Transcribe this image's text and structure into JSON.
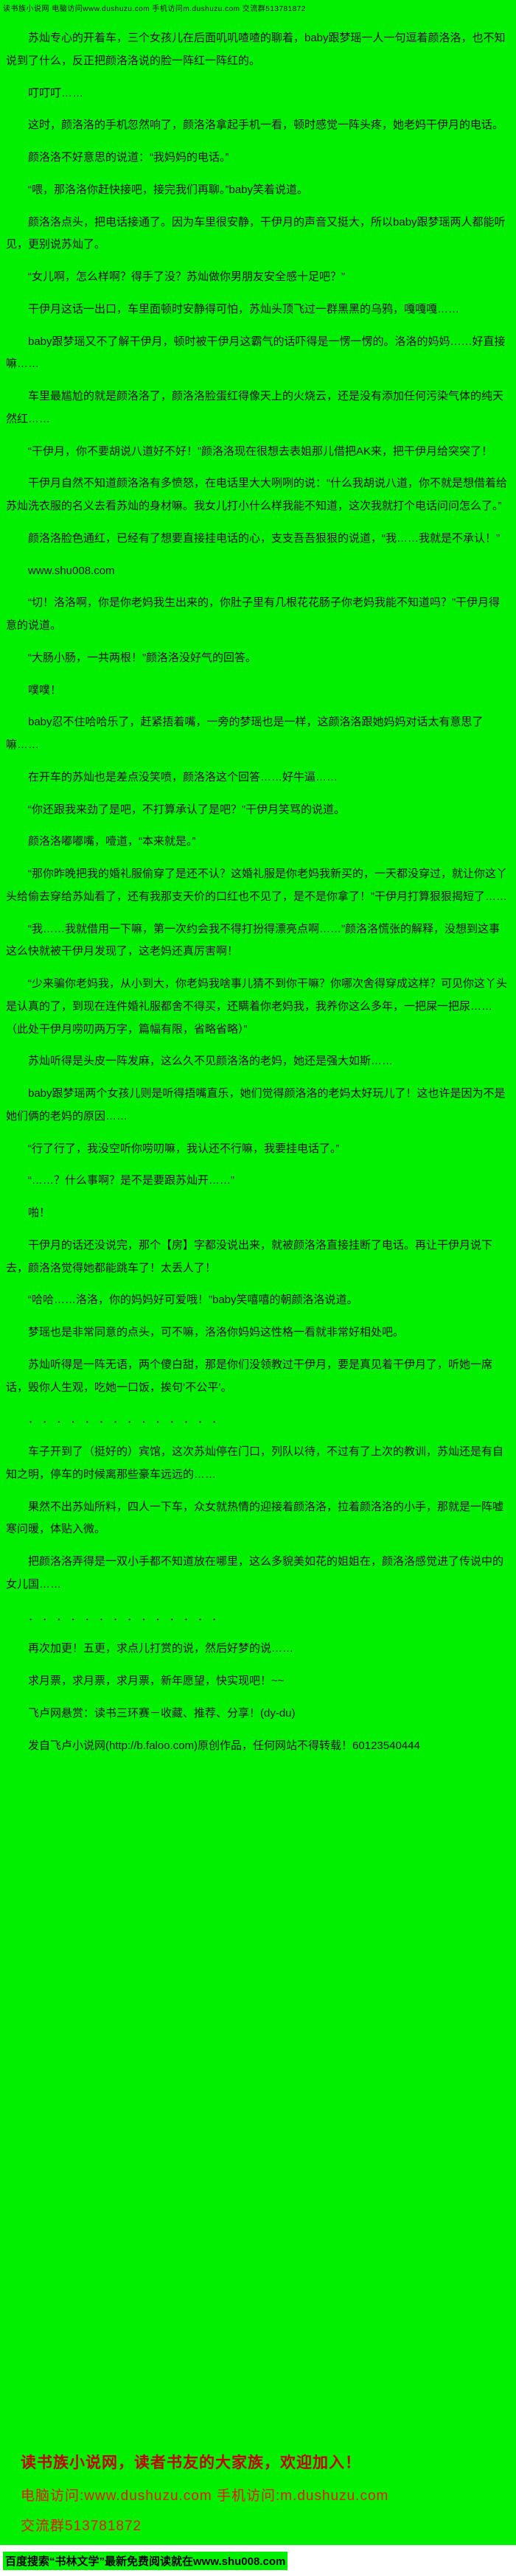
{
  "colors": {
    "background": "#00f000",
    "text": "#121212",
    "footer_title_red": "#c30000",
    "footer_red": "#ef1400",
    "bottom_bar_bg": "#ffffff",
    "bottom_highlight": "#00f000"
  },
  "header": {
    "tiny_line": "读书族小说网 电脑访问www.dushuzu.com 手机访问m.dushuzu.com 交流群513781872"
  },
  "content": {
    "paragraphs": [
      "苏灿专心的开着车，三个女孩儿在后面叽叽喳喳的聊着，baby跟梦瑶一人一句逗着颜洛洛，也不知说到了什么，反正把颜洛洛说的脸一阵红一阵红的。",
      "叮叮叮……",
      "这时，颜洛洛的手机忽然响了，颜洛洛拿起手机一看，顿时感觉一阵头疼，她老妈干伊月的电话。",
      "颜洛洛不好意思的说道：“我妈妈的电话。”",
      "“喂，那洛洛你赶快接吧，接完我们再聊。”baby笑着说道。",
      "颜洛洛点头，把电话接通了。因为车里很安静，干伊月的声音又挺大，所以baby跟梦瑶两人都能听见，更别说苏灿了。",
      "“女儿啊，怎么样啊？得手了没？苏灿做你男朋友安全感十足吧？”",
      "干伊月这话一出口，车里面顿时安静得可怕，苏灿头顶飞过一群黑黑的乌鸦，嘎嘎嘎……",
      "baby跟梦瑶又不了解干伊月，顿时被干伊月这霸气的话吓得是一愣一愣的。洛洛的妈妈……好直接嘛……",
      "车里最尴尬的就是颜洛洛了，颜洛洛脸蛋红得像天上的火烧云，还是没有添加任何污染气体的纯天然红……",
      "“干伊月，你不要胡说八道好不好！”颜洛洛现在很想去表姐那儿借把AK来，把干伊月给突突了！",
      "干伊月自然不知道颜洛洛有多愤怒，在电话里大大咧咧的说：“什么我胡说八道，你不就是想借着给苏灿洗衣服的名义去看苏灿的身材嘛。我女儿打小什么样我能不知道，这次我就打个电话问问怎么了。”",
      "颜洛洛脸色通红，已经有了想要直接挂电话的心，支支吾吾狠狠的说道，“我……我就是不承认！”",
      "www.shu008.com",
      "“切！洛洛啊，你是你老妈我生出来的，你肚子里有几根花花肠子你老妈我能不知道吗？”干伊月得意的说道。",
      "“大肠小肠，一共两根！”颜洛洛没好气的回答。",
      "噗噗！",
      "baby忍不住哈哈乐了，赶紧捂着嘴，一旁的梦瑶也是一样，这颜洛洛跟她妈妈对话太有意思了嘛……",
      "在开车的苏灿也是差点没笑喷，颜洛洛这个回答……好牛逼……",
      "“你还跟我来劲了是吧，不打算承认了是吧？”干伊月笑骂的说道。",
      "颜洛洛嘟嘟嘴，噎道，“本来就是。”",
      "“那你昨晚把我的婚礼服偷穿了是还不认？这婚礼服是你老妈我新买的，一天都没穿过，就让你这丫头给偷去穿给苏灿看了，还有我那支天价的口红也不见了，是不是你拿了！”干伊月打算狠狠揭短了……",
      "“我……我就借用一下嘛，第一次约会我不得打扮得漂亮点啊……”颜洛洛慌张的解释，没想到这事这么快就被干伊月发现了，这老妈还真厉害啊！",
      "“少来骗你老妈我，从小到大，你老妈我啥事儿猜不到你干嘛？你哪次舍得穿成这样？可见你这丫头是认真的了，到现在连件婚礼服都舍不得买，还瞒着你老妈我，我养你这么多年，一把屎一把尿……（此处干伊月唠叨两万字，篇幅有限，省略省略）”",
      "苏灿听得是头皮一阵发麻，这么久不见颜洛洛的老妈，她还是强大如斯……",
      "baby跟梦瑶两个女孩儿则是听得捂嘴直乐，她们觉得颜洛洛的老妈太好玩儿了！这也许是因为不是她们俩的老妈的原因……",
      "“行了行了，我没空听你唠叨嘛，我认还不行嘛，我要挂电话了。”",
      "“……？什么事啊？是不是要跟苏灿开……”",
      "啪！",
      "干伊月的话还没说完，那个【房】字都没说出来，就被颜洛洛直接挂断了电话。再让干伊月说下去，颜洛洛觉得她都能跳车了！太丢人了！",
      "“哈哈……洛洛，你的妈妈好可爱哦！”baby笑嘻嘻的朝颜洛洛说道。",
      "梦瑶也是非常同意的点头，可不嘛，洛洛你妈妈这性格一看就非常好相处吧。",
      "苏灿听得是一阵无语，两个傻白甜，那是你们没领教过干伊月，要是真见着干伊月了，听她一席话，毁你人生观，吃她一口饭，挨句‘不公平’。",
      "． ． ． ． ． ． ． ． ． ． ． ． ． ．",
      "车子开到了（挺好的）宾馆，这次苏灿停在门口，列队以待，不过有了上次的教训，苏灿还是有自知之明，停车的时候离那些豪车远远的……",
      "果然不出苏灿所料，四人一下车，众女就热情的迎接着颜洛洛，拉着颜洛洛的小手，那就是一阵嘘寒问暖，体贴入微。",
      "把颜洛洛弄得是一双小手都不知道放在哪里，这么多貌美如花的姐姐在，颜洛洛感觉进了传说中的女儿国……",
      "． ． ． ． ． ． ． ． ． ． ． ． ． ．",
      "再次加更！五更，求点儿打赏的说，然后好梦的说……",
      "求月票，求月票，求月票，新年愿望，快实现吧！~~",
      "飞卢网悬赏：读书三环赛－收藏、推荐、分享！(dy-du)",
      "发自飞卢小说网(http://b.faloo.com)原创作品，任何网站不得转载！60123540444"
    ]
  },
  "footer": {
    "line1": "读书族小说网，读者书友的大家族，欢迎加入！",
    "line2": "电脑访问:www.dushuzu.com 手机访问:m.dushuzu.com",
    "line3": "交流群513781872"
  },
  "bottom_bar": {
    "text": "百度搜索“书林文学”最新免费阅读就在www.shu008.com"
  }
}
